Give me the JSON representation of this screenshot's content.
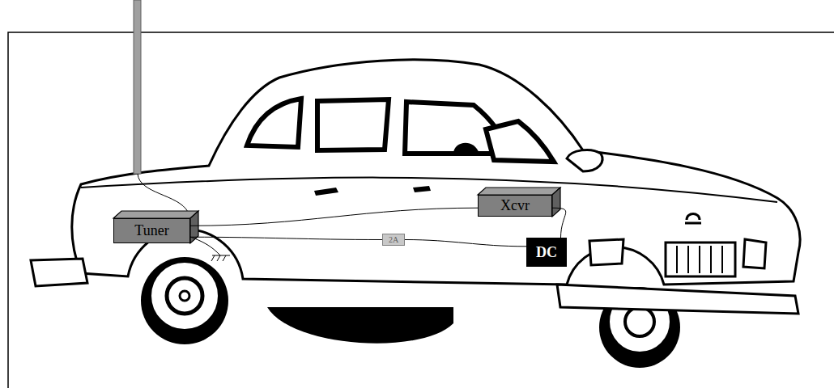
{
  "diagram": {
    "nodes": [
      {
        "text": [
          "Tuner"
        ]
      },
      {
        "text": [
          "Xcvr"
        ]
      },
      {
        "text": [
          "2A"
        ]
      },
      {
        "text": [
          "DC"
        ]
      }
    ],
    "edges": [
      {
        "from": 0,
        "to": 1,
        "arrow": "none"
      },
      {
        "from": 1,
        "to": 3,
        "arrow": "none"
      },
      {
        "from": 0,
        "to": 2,
        "arrow": "none"
      },
      {
        "from": 2,
        "to": 3,
        "arrow": "none"
      }
    ]
  }
}
